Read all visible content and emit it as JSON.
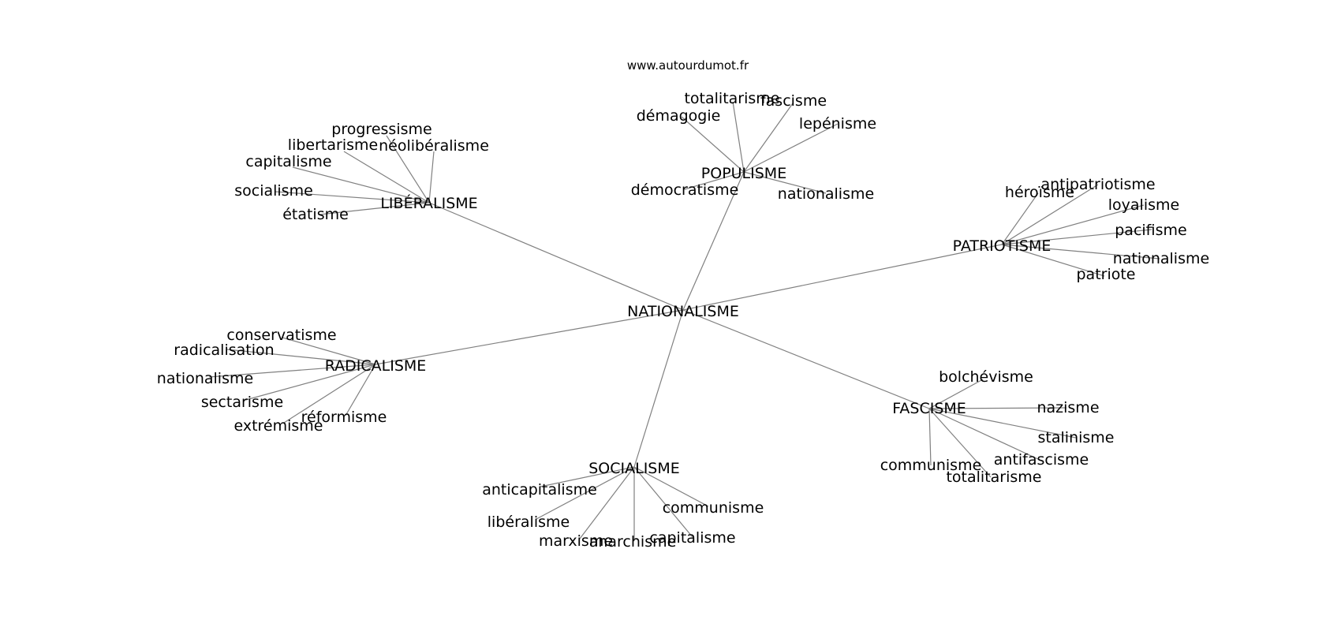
{
  "source_label": "www.autourdumot.fr",
  "colors": {
    "background": "#ffffff",
    "edge": "#808080",
    "text": "#000000"
  },
  "center": "NATIONALISME",
  "clusters": [
    {
      "hub": "LIBÉRALISME",
      "leaves": [
        "progressisme",
        "libertarisme",
        "néolibéralisme",
        "capitalisme",
        "socialisme",
        "étatisme"
      ]
    },
    {
      "hub": "POPULISME",
      "leaves": [
        "totalitarisme",
        "fascisme",
        "démagogie",
        "lepénisme",
        "démocratisme",
        "nationalisme"
      ]
    },
    {
      "hub": "PATRIOTISME",
      "leaves": [
        "antipatriotisme",
        "héroïsme",
        "loyalisme",
        "pacifisme",
        "nationalisme",
        "patriote"
      ]
    },
    {
      "hub": "RADICALISME",
      "leaves": [
        "conservatisme",
        "radicalisation",
        "nationalisme",
        "sectarisme",
        "réformisme",
        "extrémisme"
      ]
    },
    {
      "hub": "FASCISME",
      "leaves": [
        "bolchévisme",
        "nazisme",
        "stalinisme",
        "antifascisme",
        "communisme",
        "totalitarisme"
      ]
    },
    {
      "hub": "SOCIALISME",
      "leaves": [
        "anticapitalisme",
        "communisme",
        "libéralisme",
        "capitalisme",
        "marxisme",
        "anarchisme"
      ]
    }
  ]
}
